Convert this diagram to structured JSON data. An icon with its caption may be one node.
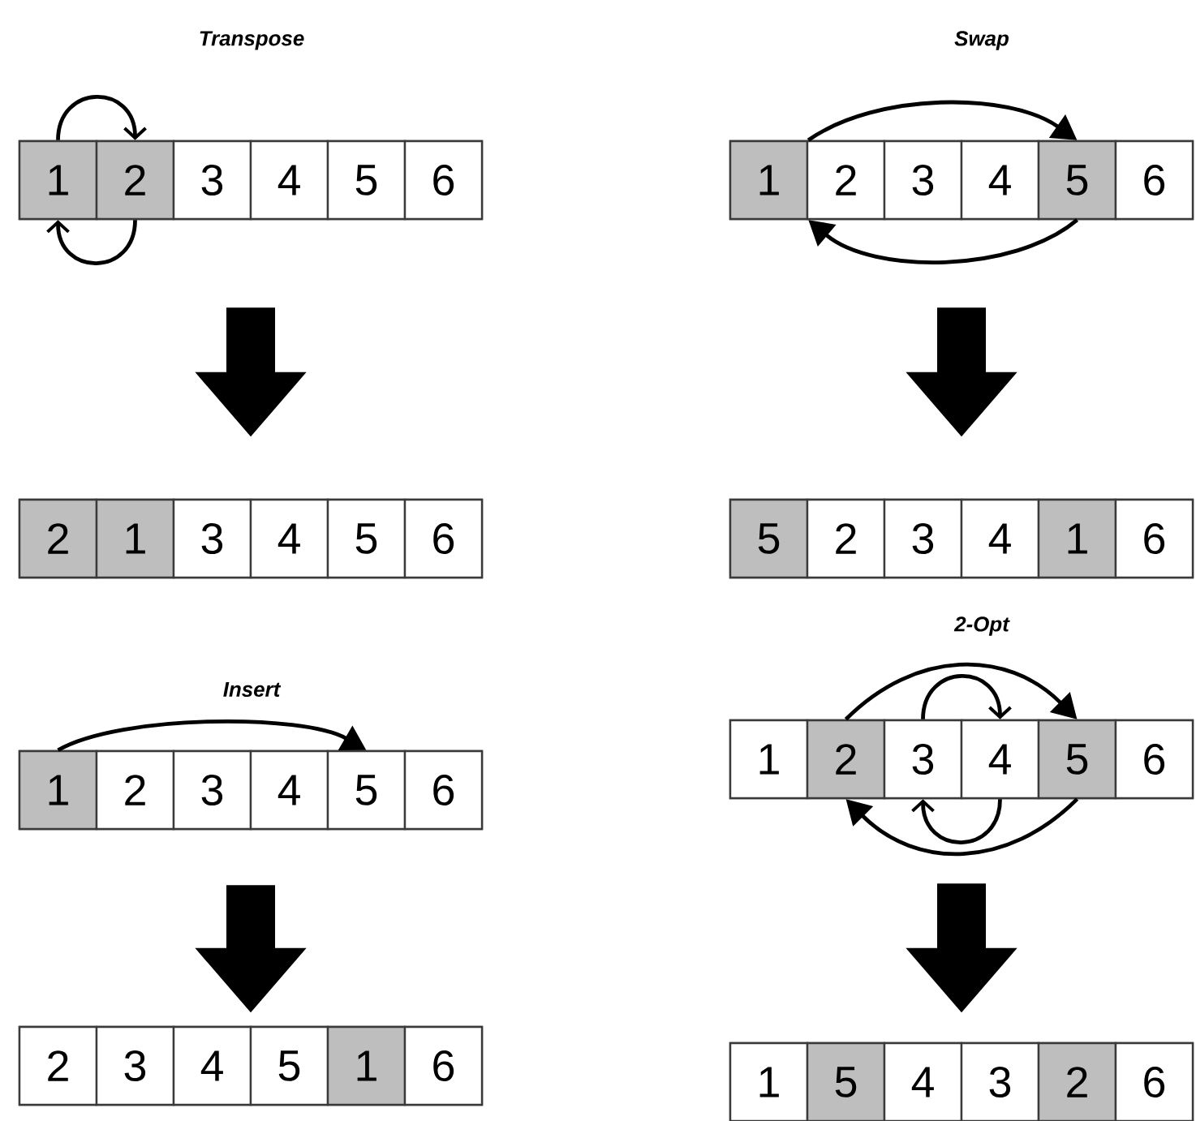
{
  "diagram": {
    "nodes": [
      {
        "text": [],
        "shape": "box"
      },
      {
        "text": [
          "1"
        ],
        "in": 0
      },
      {
        "text": [
          "2"
        ],
        "in": 0
      },
      {
        "text": [
          "3"
        ],
        "in": 0
      },
      {
        "text": [
          "4"
        ],
        "in": 0
      },
      {
        "text": [
          "5"
        ],
        "in": 0
      },
      {
        "text": [
          "6"
        ],
        "in": 0
      },
      {
        "text": [],
        "shape": "box"
      },
      {
        "text": [
          "1"
        ],
        "in": 7
      },
      {
        "text": [
          "2"
        ],
        "in": 7
      },
      {
        "text": [
          "3"
        ],
        "in": 7
      },
      {
        "text": [
          "4"
        ],
        "in": 7
      },
      {
        "text": [
          "5"
        ],
        "in": 7
      },
      {
        "text": [
          "6"
        ],
        "in": 7
      },
      {
        "text": [],
        "shape": "box"
      },
      {
        "text": [
          "2"
        ],
        "in": 14
      },
      {
        "text": [
          "1"
        ],
        "in": 14
      },
      {
        "text": [
          "3"
        ],
        "in": 14
      },
      {
        "text": [
          "4"
        ],
        "in": 14
      },
      {
        "text": [
          "5"
        ],
        "in": 14
      },
      {
        "text": [
          "6"
        ],
        "in": 14
      },
      {
        "text": [],
        "shape": "box"
      },
      {
        "text": [
          "5"
        ],
        "in": 21
      },
      {
        "text": [
          "2"
        ],
        "in": 21
      },
      {
        "text": [
          "3"
        ],
        "in": 21
      },
      {
        "text": [
          "4"
        ],
        "in": 21
      },
      {
        "text": [
          "1"
        ],
        "in": 21
      },
      {
        "text": [
          "6"
        ],
        "in": 21
      },
      {
        "text": [],
        "shape": "box"
      },
      {
        "text": [
          "1"
        ],
        "in": 28
      },
      {
        "text": [
          "2"
        ],
        "in": 28
      },
      {
        "text": [
          "3"
        ],
        "in": 28
      },
      {
        "text": [
          "4"
        ],
        "in": 28
      },
      {
        "text": [
          "5"
        ],
        "in": 28
      },
      {
        "text": [
          "6"
        ],
        "in": 28
      },
      {
        "text": [],
        "shape": "box"
      },
      {
        "text": [
          "1"
        ],
        "in": 35
      },
      {
        "text": [
          "2"
        ],
        "in": 35
      },
      {
        "text": [
          "3"
        ],
        "in": 35
      },
      {
        "text": [
          "4"
        ],
        "in": 35
      },
      {
        "text": [
          "5"
        ],
        "in": 35
      },
      {
        "text": [
          "6"
        ],
        "in": 35
      },
      {
        "text": [],
        "shape": "box"
      },
      {
        "text": [
          "2"
        ],
        "in": 42
      },
      {
        "text": [
          "3"
        ],
        "in": 42
      },
      {
        "text": [
          "4"
        ],
        "in": 42
      },
      {
        "text": [
          "5"
        ],
        "in": 42
      },
      {
        "text": [
          "1"
        ],
        "in": 42
      },
      {
        "text": [
          "6"
        ],
        "in": 42
      },
      {
        "text": [],
        "shape": "box"
      },
      {
        "text": [
          "1"
        ],
        "in": 49
      },
      {
        "text": [
          "5"
        ],
        "in": 49
      },
      {
        "text": [
          "4"
        ],
        "in": 49
      },
      {
        "text": [
          "3"
        ],
        "in": 49
      },
      {
        "text": [
          "2"
        ],
        "in": 49
      },
      {
        "text": [
          "6"
        ],
        "in": 49
      }
    ],
    "edges": [
      {
        "from": 1,
        "to": 2,
        "arrow": "to"
      },
      {
        "from": 2,
        "to": 1,
        "arrow": "to"
      },
      {
        "from": 8,
        "to": 12,
        "arrow": "to"
      },
      {
        "from": 12,
        "to": 8,
        "arrow": "to"
      },
      {
        "from": 29,
        "to": 33,
        "arrow": "to"
      },
      {
        "from": 37,
        "to": 40,
        "arrow": "to"
      },
      {
        "from": 38,
        "to": 39,
        "arrow": "to"
      },
      {
        "from": 39,
        "to": 38,
        "arrow": "to"
      },
      {
        "from": 40,
        "to": 37,
        "arrow": "to"
      },
      {
        "from": 0,
        "to": 14,
        "arrow": "to",
        "style": "thick"
      },
      {
        "from": 7,
        "to": 21,
        "arrow": "to",
        "style": "thick"
      },
      {
        "from": 28,
        "to": 42,
        "arrow": "to",
        "style": "thick"
      },
      {
        "from": 35,
        "to": 49,
        "arrow": "to",
        "style": "thick"
      }
    ],
    "labels": [
      "Transpose",
      "Swap",
      "Insert",
      "2-Opt"
    ]
  }
}
